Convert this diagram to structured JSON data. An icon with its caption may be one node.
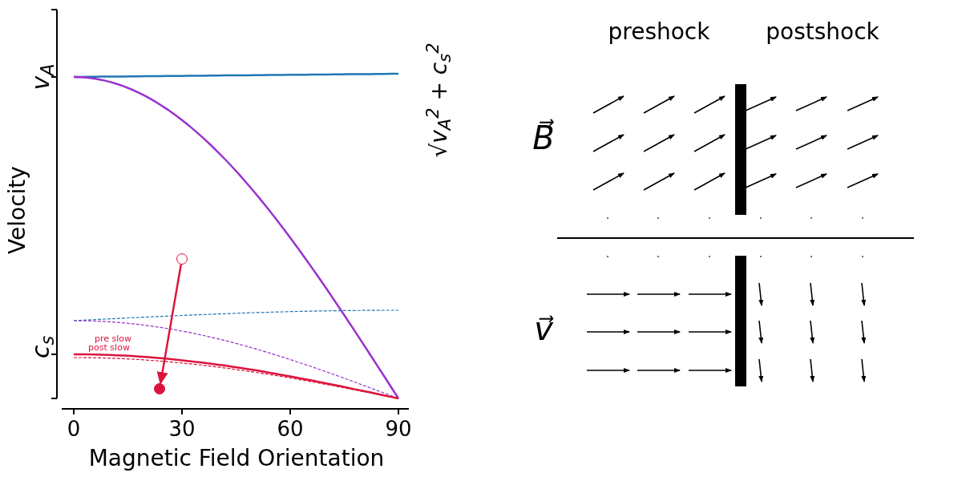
{
  "diagram": {
    "nodes": [
      {
        "text": [],
        "shape": "circle"
      },
      {
        "text": [],
        "shape": "circle"
      }
    ],
    "edges": [
      {
        "from": 0,
        "to": 1,
        "arrow": "to",
        "color": "#dc143c"
      }
    ],
    "labels": [
      "v$_{A}$",
      "c$_{s}$",
      "√v$_{A}$$^{2}$ + c$_{s}$$^{2}$",
      "Velocity",
      "0",
      "30",
      "60",
      "90",
      "Magnetic Field Orientation",
      "pre slow",
      "post slow",
      "preshock",
      "postshock",
      "B⃗",
      "v⃗"
    ]
  }
}
